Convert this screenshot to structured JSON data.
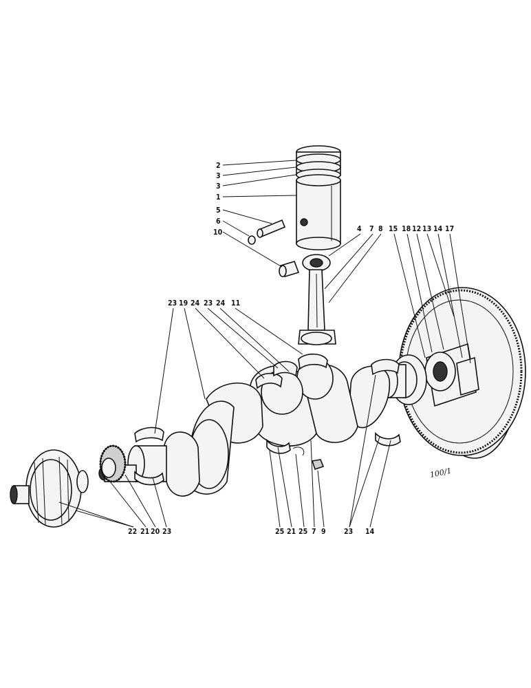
{
  "diagram": {
    "drawing_ref": "100/1",
    "labels": {
      "l2": "2",
      "l3a": "3",
      "l3b": "3",
      "l1": "1",
      "l5": "5",
      "l6": "6",
      "l10": "10",
      "l4": "4",
      "l7t": "7",
      "l8": "8",
      "l15": "15",
      "l18": "18",
      "l12": "12",
      "l13": "13",
      "l14t": "14",
      "l17": "17",
      "l23a": "23",
      "l19": "19",
      "l24a": "24",
      "l23b": "23",
      "l24b": "24",
      "l11": "11",
      "b22": "22",
      "b21": "21",
      "b20": "20",
      "b23": "23",
      "b25a": "25",
      "b21b": "21",
      "b25b": "25",
      "b7": "7",
      "b9": "9",
      "b23r": "23",
      "b14": "14"
    }
  }
}
